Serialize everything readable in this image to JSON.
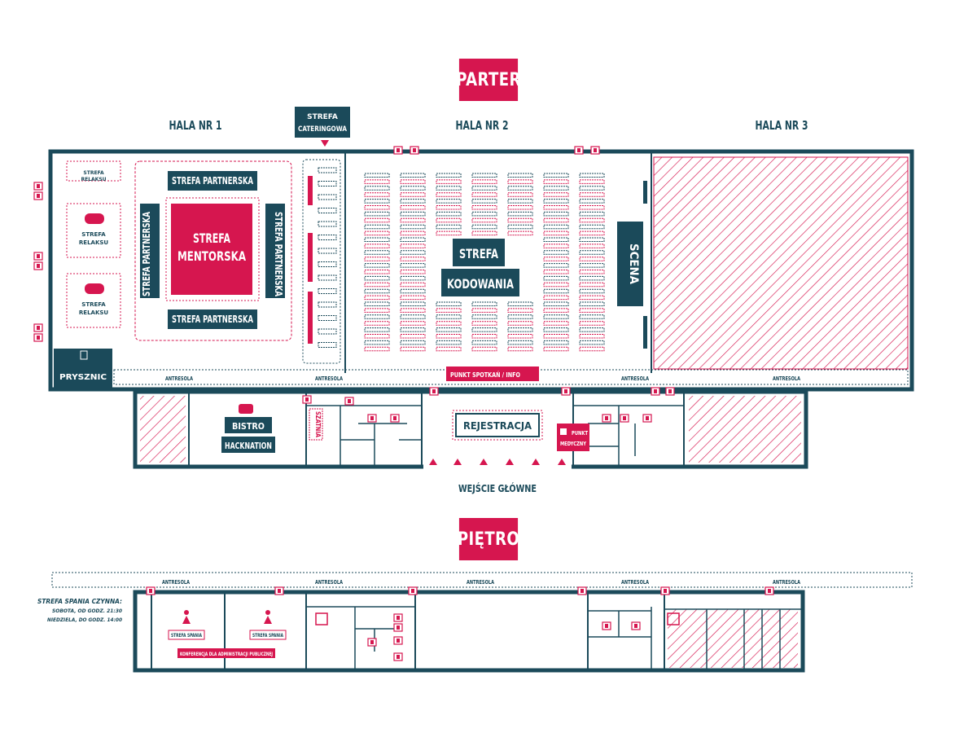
{
  "colors": {
    "teal": "#1b4a5a",
    "accent": "#d6164f",
    "white": "#ffffff"
  },
  "floors": {
    "ground": "PARTER",
    "upper": "PIĘTRO"
  },
  "halls": {
    "hall1": "HALA NR 1",
    "hall2": "HALA NR 2",
    "hall3": "HALA NR 3"
  },
  "zones": {
    "catering": [
      "STREFA",
      "CATERINGOWA"
    ],
    "relax": [
      "STREFA",
      "RELAKSU"
    ],
    "partner": "STREFA PARTNERSKA",
    "mentor": [
      "STREFA",
      "MENTORSKA"
    ],
    "coding": [
      "STREFA",
      "KODOWANIA"
    ],
    "stage": "SCENA",
    "shower": "PRYSZNIC",
    "mezzanine": "ANTRESOLA",
    "meeting_point": "PUNKT SPOTKAŃ / INFO",
    "bistro": [
      "BISTRO",
      "HACKNATION"
    ],
    "cloakroom": "SZATNIA",
    "registration": "REJESTRACJA",
    "medical": [
      "PUNKT",
      "MEDYCZNY"
    ],
    "main_entrance": "WEJŚCIE GŁÓWNE",
    "sleep_zone": "STREFA SPANIA",
    "conference": "KONFERENCJA DLA ADMINISTRACJI PUBLICZNEJ"
  },
  "sleep_notice": {
    "title": "STREFA SPANIA CZYNNA:",
    "line1": "SOBOTA, OD GODZ. 21:30",
    "line2": "NIEDZIELA, DO GODZ. 14:00"
  },
  "icons": {
    "gamepad": "gamepad-icon",
    "sleep": "sleeping-person-icon",
    "toilet": "toilet-icon",
    "exit": "emergency-exit-icon",
    "pot": "cooking-pot-icon",
    "info": "info-bubble-icon",
    "first_aid": "first-aid-icon",
    "entrance": "entrance-arrow-icon",
    "shower": "shower-icon"
  }
}
